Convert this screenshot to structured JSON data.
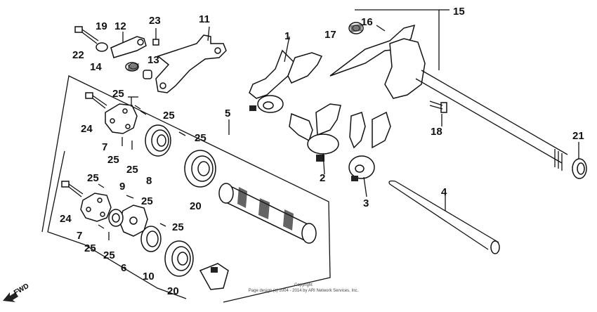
{
  "diagram": {
    "callouts": [
      "1",
      "2",
      "3",
      "4",
      "5",
      "6",
      "7",
      "7",
      "8",
      "9",
      "10",
      "11",
      "12",
      "13",
      "14",
      "15",
      "16",
      "17",
      "18",
      "19",
      "20",
      "20",
      "21",
      "22",
      "23",
      "24",
      "24",
      "25",
      "25",
      "25",
      "25",
      "25",
      "25",
      "25",
      "25"
    ],
    "fwd_label": "FWD",
    "copyright_line1": "Copyright",
    "copyright_line2": "Page design (c) 2004 - 2014 by ARI Network Services, Inc."
  }
}
